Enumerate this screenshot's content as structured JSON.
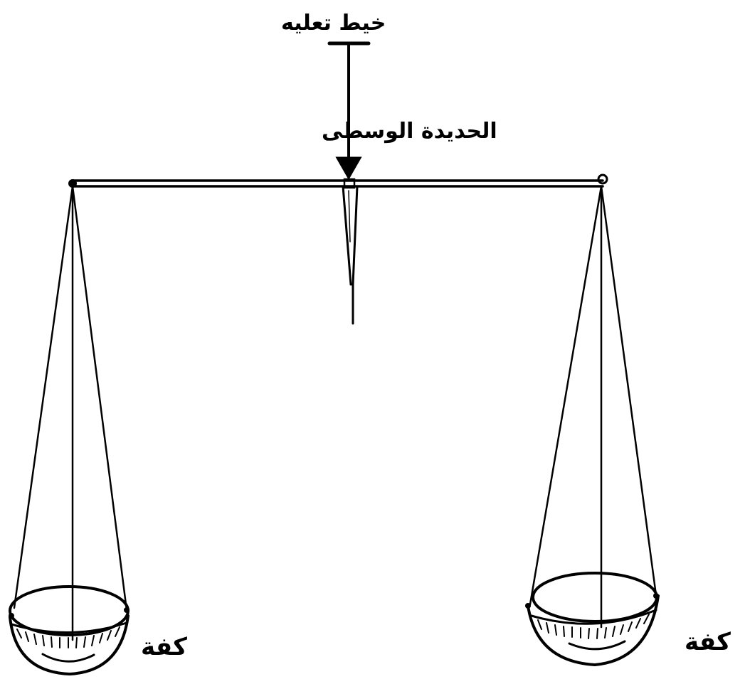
{
  "diagram": {
    "labels": {
      "balance_cord": "خيط تعليه",
      "middle_iron": "الحديدة الوسطى",
      "left_pan": "كفة",
      "right_pan": "كفة"
    },
    "colors": {
      "ink": "#000000",
      "background": "#ffffff"
    }
  }
}
